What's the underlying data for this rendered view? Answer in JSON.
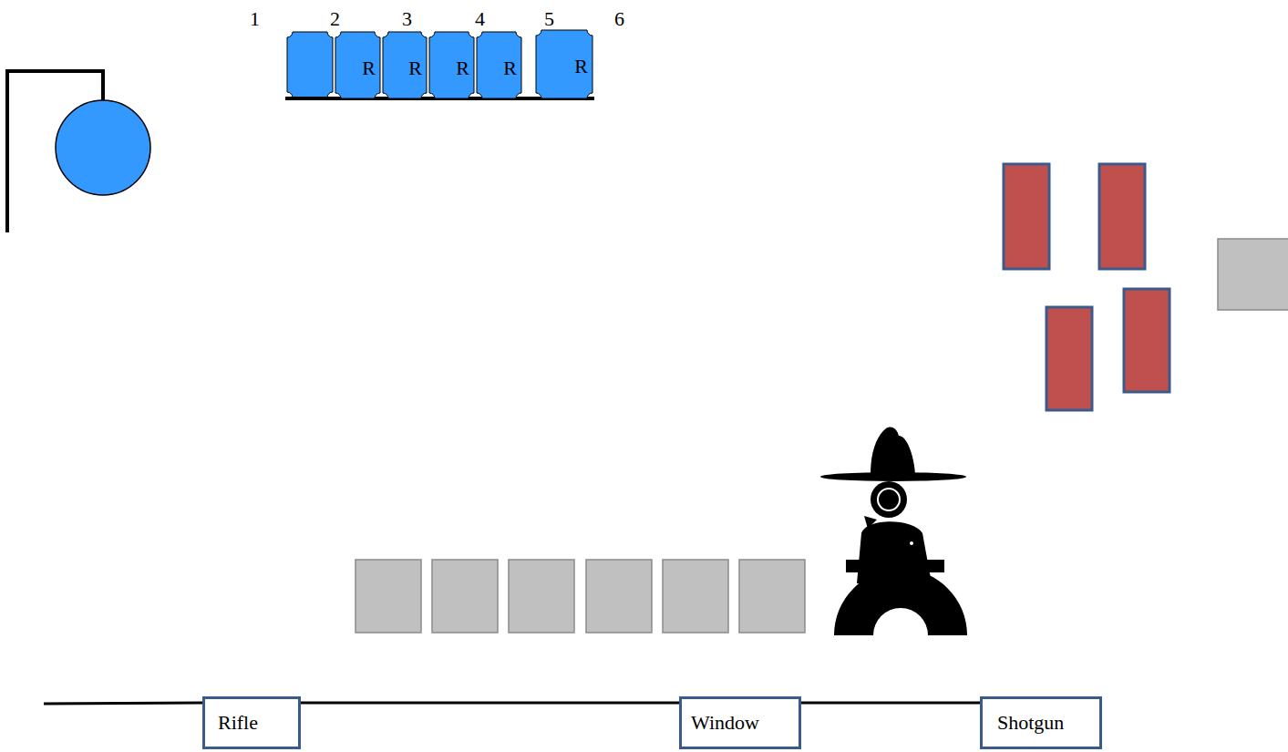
{
  "diagram": {
    "nodes": [
      {
        "text": [
          "R"
        ]
      },
      {
        "text": [
          "R"
        ]
      },
      {
        "text": [
          "R"
        ]
      },
      {
        "text": [
          "R"
        ]
      },
      {
        "text": [
          "R"
        ]
      },
      {
        "text": [
          "Rifle"
        ]
      },
      {
        "text": [
          "Window"
        ]
      },
      {
        "text": [
          "Shotgun"
        ]
      }
    ],
    "edges": [
      {
        "from": 5,
        "to": 6,
        "arrow": "none"
      },
      {
        "from": 6,
        "to": 7,
        "arrow": "none"
      }
    ],
    "labels": [
      "1",
      "2",
      "3",
      "4",
      "5",
      "6"
    ]
  }
}
